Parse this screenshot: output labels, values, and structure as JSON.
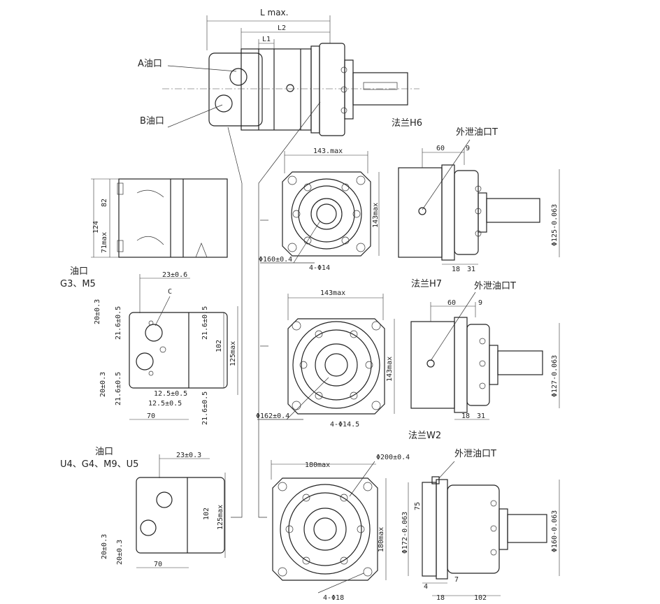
{
  "labels": {
    "l_max": "L max.",
    "l2": "L2",
    "l1": "L1",
    "a_port": "A油口",
    "b_port": "B油口",
    "flange_h6": "法兰H6",
    "flange_h7": "法兰H7",
    "flange_w2": "法兰W2",
    "drain_port": "外泄油口T",
    "port_g3": "油口",
    "port_g3_types": "G3、M5",
    "port_u4": "油口",
    "port_u4_types": "U4、G4、M9、U5"
  },
  "dims": {
    "h6_width": "143.max",
    "h6_height": "143max",
    "h6_pcd": "Φ160±0.4",
    "h6_holes": "4-Φ14",
    "h6_60": "60",
    "h6_9": "9",
    "h6_18": "18",
    "h6_31": "31",
    "h6_pilot": "Φ125-0.063",
    "h7_width": "143max",
    "h7_height": "143max",
    "h7_pcd": "Φ162±0.4",
    "h7_holes": "4-Φ14.5",
    "h7_60": "60",
    "h7_9": "9",
    "h7_18": "18",
    "h7_31": "31",
    "h7_pilot": "Φ127-0.063",
    "w2_width": "180max",
    "w2_height": "180max",
    "w2_pcd": "Φ200±0.4",
    "w2_holes": "4-Φ18",
    "w2_pilot_left": "Φ172-0.063",
    "w2_75": "75",
    "w2_4": "4",
    "w2_7": "7",
    "w2_18": "18",
    "w2_102": "102",
    "w2_shaft": "Φ160-0.063",
    "side_124": "124",
    "side_82": "82",
    "side_71": "71max",
    "g3_23": "23±0.6",
    "g3_c": "C",
    "g3_20a": "20±0.3",
    "g3_21a": "21.6±0.5",
    "g3_20b": "20±0.3",
    "g3_21b": "21.6±0.5",
    "g3_12a": "12.5±0.5",
    "g3_12b": "12.5±0.5",
    "g3_70": "70",
    "g3_r21a": "21.6±0.5",
    "g3_102": "102",
    "g3_125": "125max",
    "g3_r21b": "21.6±0.5",
    "u4_23": "23±0.3",
    "u4_102": "102",
    "u4_125": "125max",
    "u4_20a": "20±0.3",
    "u4_20b": "20±0.3",
    "u4_70": "70"
  }
}
